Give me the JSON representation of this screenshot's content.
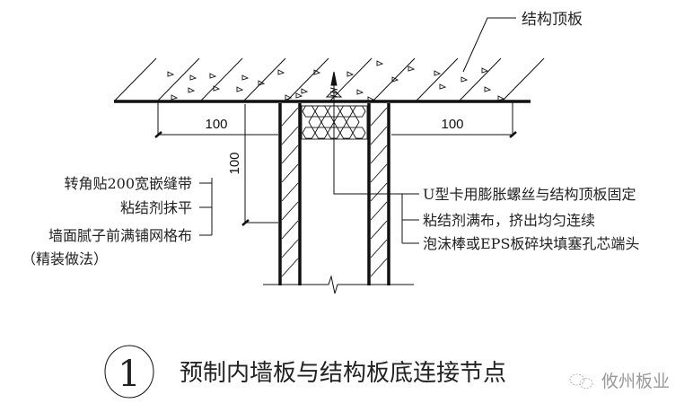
{
  "drawing": {
    "title": "预制内墙板与结构板底连接节点",
    "detail_number": "1",
    "watermark": "攸州板业",
    "watermark_icon": "wechat-icon",
    "labels": {
      "slab": "结构顶板",
      "left": [
        "转角贴200宽嵌缝带",
        "粘结剂抹平",
        "墙面腻子前满铺网格布",
        "（精装做法）"
      ],
      "right": [
        "U型卡用膨胀螺丝与结构顶板固定",
        "粘结剂满布，挤出均匀连续",
        "泡沫棒或EPS板碎块填塞孔芯端头"
      ]
    },
    "dimensions": {
      "left_horizontal": "100",
      "right_horizontal": "100",
      "vertical": "100"
    },
    "colors": {
      "line": "#111111",
      "text": "#222222",
      "watermark": "#9a9a9a"
    }
  }
}
